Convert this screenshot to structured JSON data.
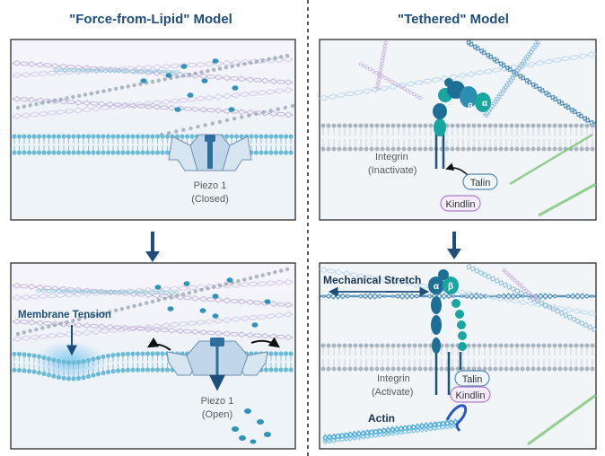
{
  "left": {
    "title": "\"Force-from-Lipid\" Model",
    "top_panel": {
      "channel_name": "Piezo 1",
      "channel_state": "(Closed)"
    },
    "bottom_panel": {
      "tension_label": "Membrane Tension",
      "channel_name": "Piezo 1",
      "channel_state": "(Open)"
    }
  },
  "right": {
    "title": "\"Tethered\" Model",
    "top_panel": {
      "integrin_name": "Integrin",
      "integrin_state": "(Inactivate)",
      "talin": "Talin",
      "kindlin": "Kindlin",
      "subunit_beta": "β",
      "subunit_alpha": "α"
    },
    "bottom_panel": {
      "stretch_label": "Mechanical Stretch",
      "integrin_name": "Integrin",
      "integrin_state": "(Activate)",
      "talin": "Talin",
      "kindlin": "Kindlin",
      "actin": "Actin",
      "subunit_alpha": "α",
      "subunit_beta": "β"
    }
  },
  "colors": {
    "panel_bg": "#eef3f7",
    "membrane": "#9fd3e3",
    "membrane_head": "#6bbad6",
    "fiber": "#b9a9d6",
    "ion": "#2f94b8",
    "integrin": "#1d6f95",
    "integrin_teal": "#1aa6a0",
    "arrow": "#1f4e7a",
    "actin": "#2c9bd3",
    "kindlin_border": "#a97cc8"
  }
}
